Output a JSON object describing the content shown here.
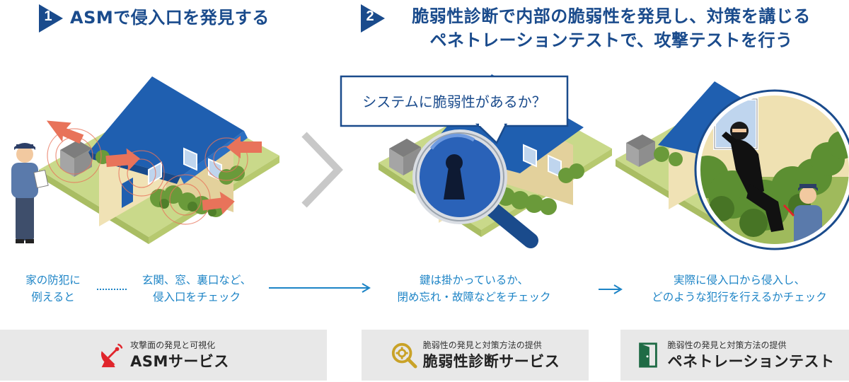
{
  "step1": {
    "number": "1",
    "title": "ASMで侵入口を発見する"
  },
  "step2": {
    "number": "2",
    "title_line1": "脆弱性診断で内部の脆弱性を発見し、対策を講じる",
    "title_line2": "ペネトレーションテストで、攻撃テストを行う"
  },
  "bubble": {
    "text": "システムに脆弱性があるか？"
  },
  "descriptions": {
    "home": [
      "家の防犯に",
      "例えると"
    ],
    "entry": [
      "玄関、窓、裏口など、",
      "侵入口をチェック"
    ],
    "lock": [
      "鍵は掛かっているか、",
      "閉め忘れ・故障などをチェック"
    ],
    "pen": [
      "実際に侵入口から侵入し、",
      "どのような犯行を行えるかチェック"
    ]
  },
  "services": {
    "asm": {
      "sub": "攻撃面の発見と可視化",
      "main": "ASMサービス",
      "icon": "satellite-dish-icon"
    },
    "vuln": {
      "sub": "脆弱性の発見と対策方法の提供",
      "main": "脆弱性診断サービス",
      "icon": "gear-search-icon"
    },
    "pen": {
      "sub": "脆弱性の発見と対策方法の提供",
      "main": "ペネトレーションテスト",
      "icon": "door-icon"
    }
  },
  "colors": {
    "title_blue": "#1a4b8c",
    "accent_blue": "#1d84c6",
    "roof_blue": "#1f5fb0",
    "attack_arrow": "#e8735a",
    "lawn_green": "#c9d98a",
    "service_bg": "#e8e8e8",
    "asm_icon_red": "#e0242b",
    "vuln_icon_gold": "#c9a227",
    "pen_icon_green": "#1f6b45"
  }
}
